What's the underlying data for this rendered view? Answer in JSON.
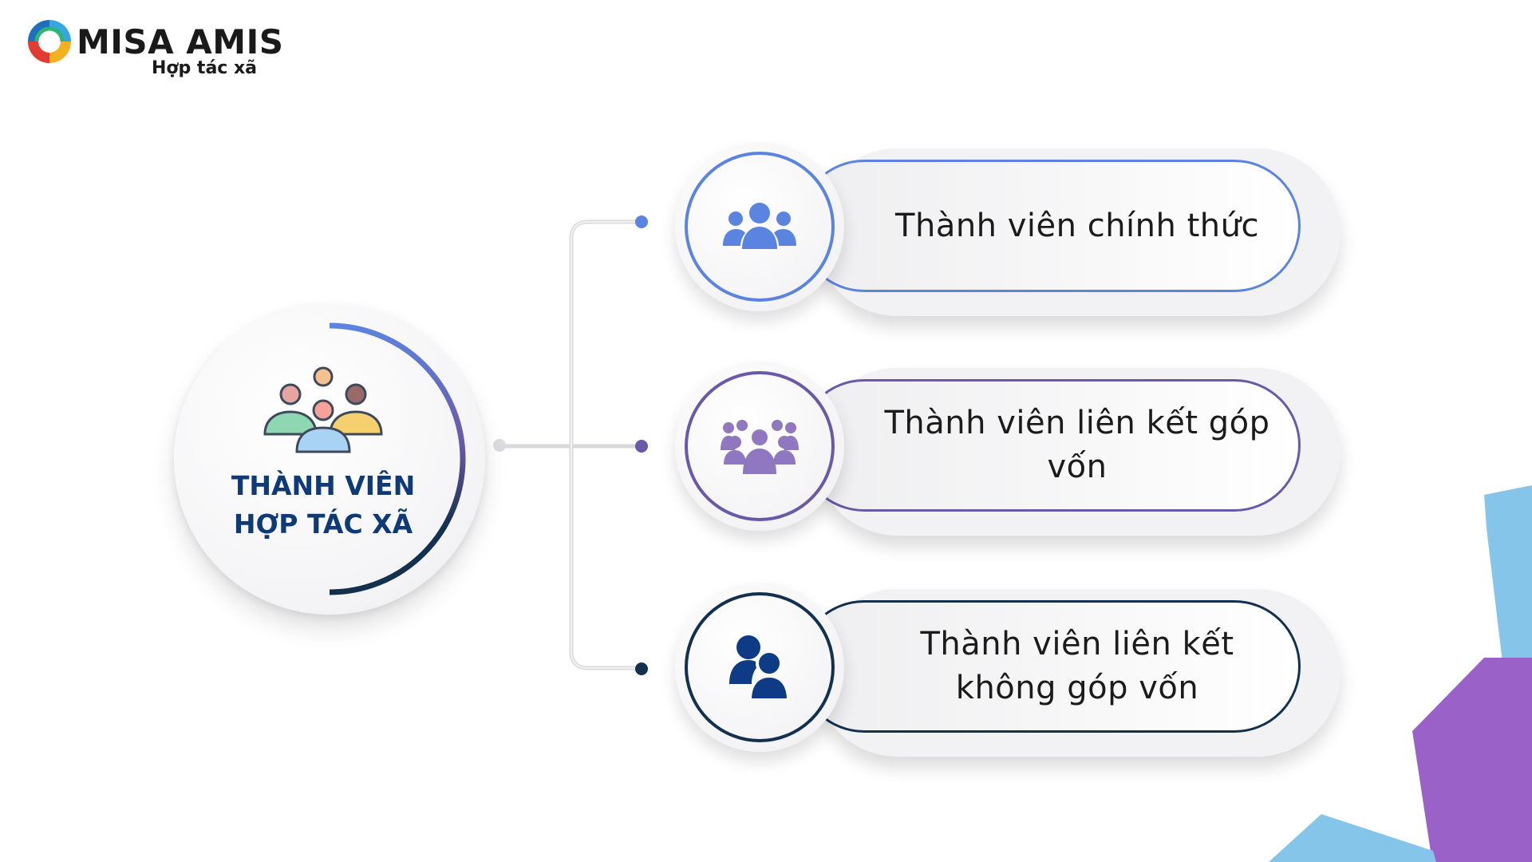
{
  "logo": {
    "name": "MISA AMIS",
    "subtitle": "Hợp tác xã"
  },
  "hub": {
    "title_line1": "THÀNH VIÊN",
    "title_line2": "HỢP TÁC XÃ",
    "icon": "group-of-people-icon"
  },
  "items": [
    {
      "label": "Thành viên chính thức",
      "icon": "team-icon",
      "color": "#5b84e0"
    },
    {
      "label": "Thành viên liên kết góp vốn",
      "icon": "crowd-icon",
      "color": "#6a58a8"
    },
    {
      "label": "Thành viên liên kết không góp vốn",
      "icon": "users-icon",
      "color": "#14304f"
    }
  ],
  "colors": {
    "title": "#0e3a78",
    "blue": "#5b84e0",
    "purple": "#6a58a8",
    "navy": "#14304f",
    "deco_light_blue": "#86c5ea",
    "deco_purple": "#9a62c8"
  }
}
